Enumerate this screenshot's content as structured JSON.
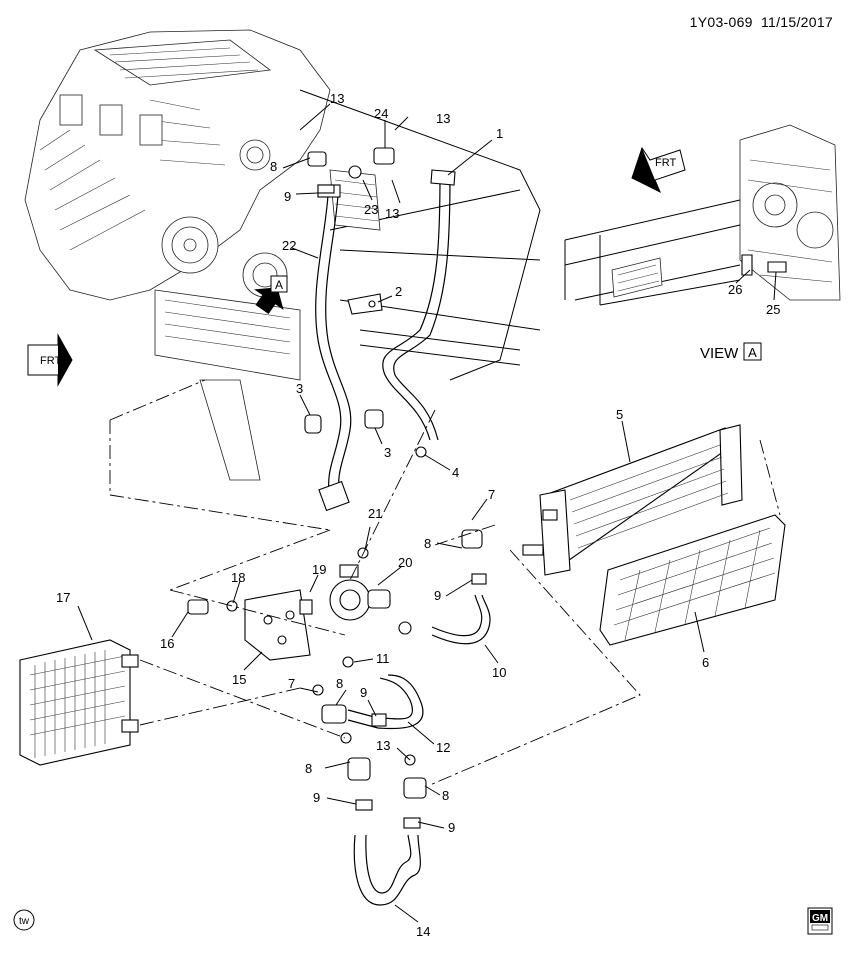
{
  "header": {
    "doc_id": "1Y03-069",
    "date": "11/15/2017"
  },
  "view_label": {
    "text": "VIEW",
    "letter": "A"
  },
  "view_marker_letter": "A",
  "frt_labels": [
    "FRT",
    "FRT"
  ],
  "callouts": {
    "c1": "1",
    "c2": "2",
    "c3a": "3",
    "c3b": "3",
    "c4": "4",
    "c5": "5",
    "c6": "6",
    "c7a": "7",
    "c7b": "7",
    "c8a": "8",
    "c8b": "8",
    "c8c": "8",
    "c8d": "8",
    "c8e": "8",
    "c9a": "9",
    "c9b": "9",
    "c9c": "9",
    "c9d": "9",
    "c9e": "9",
    "c10": "10",
    "c11": "11",
    "c12": "12",
    "c13a": "13",
    "c13b": "13",
    "c13c": "13",
    "c13d": "13",
    "c14": "14",
    "c15": "15",
    "c16": "16",
    "c17": "17",
    "c18": "18",
    "c19": "19",
    "c20": "20",
    "c21": "21",
    "c22": "22",
    "c23": "23",
    "c24": "24",
    "c25": "25",
    "c26": "26"
  },
  "logo": {
    "text": "GM"
  },
  "tw_mark": "tw"
}
